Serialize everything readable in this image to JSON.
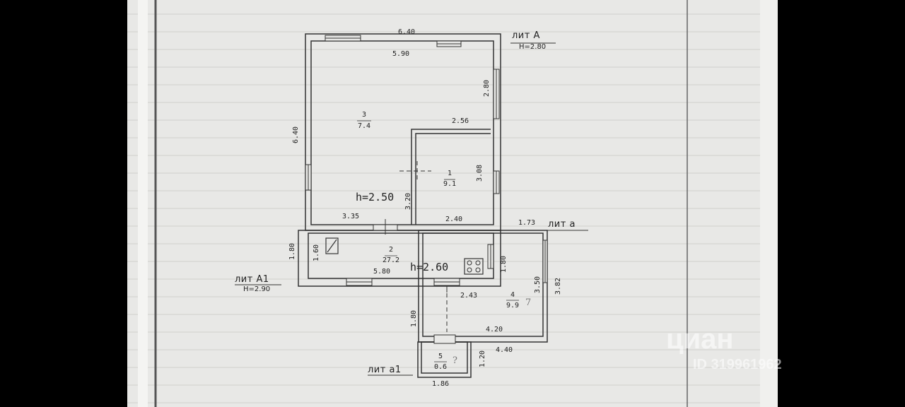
{
  "labels": {
    "lit_a": "лит А",
    "lit_a_height": "H=2.80",
    "lit_a1": "лит А1",
    "lit_a1_height": "H=2.90",
    "lit_a_lower": "лит а",
    "lit_a1_lower": "лит а1"
  },
  "dimensions": {
    "top_outer": "6.40",
    "top_inner": "5.90",
    "left_outer": "6.40",
    "right_upper": "2.80",
    "partition_top": "2.56",
    "room3_right": "3.08",
    "room3_left": "3.20",
    "bottom_left": "3.35",
    "bottom_right": "2.40",
    "kitchen_left_outer": "1.80",
    "kitchen_left_inner": "1.60",
    "kitchen_bottom": "5.80",
    "kitchen_right": "1.80",
    "veranda_top": "1.73",
    "veranda_right_inner": "3.50",
    "veranda_right_outer": "3.82",
    "veranda_top_inner": "2.43",
    "veranda_left": "1.80",
    "veranda_bottom_inner": "4.20",
    "veranda_bottom_outer": "4.40",
    "porch_right": "1.20",
    "porch_bottom": "1.86"
  },
  "rooms": [
    {
      "number": "2",
      "area": "27.2"
    },
    {
      "number": "3",
      "area": "7.4"
    },
    {
      "number": "1",
      "area": "9.1"
    },
    {
      "number": "4",
      "area": "9.9"
    },
    {
      "number": "5",
      "area": "0.6"
    }
  ],
  "heights": {
    "main": "h=2.50",
    "kitchen": "h=2.60"
  },
  "pencil_marks": {
    "room4": "7",
    "room5": "?"
  },
  "watermark": {
    "brand": "циан",
    "id": "ID 319961962"
  }
}
